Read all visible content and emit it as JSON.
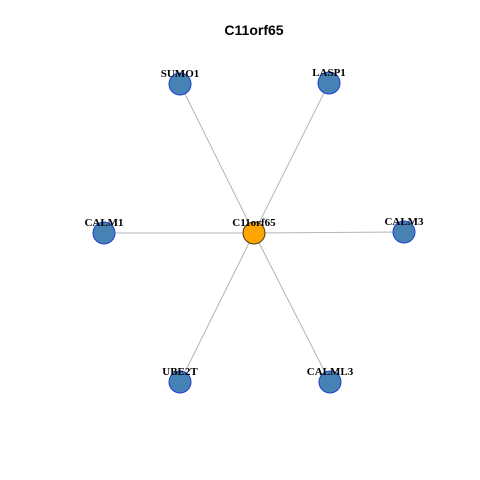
{
  "title": "C11orf65",
  "colors": {
    "center_node": "#ffa500",
    "neighbor_node": "#4682b4",
    "node_border": "#1f3fd0",
    "edge": "#b4b4b4"
  },
  "network": {
    "center": {
      "label": "C11orf65"
    },
    "neighbors": [
      {
        "label": "SUMO1"
      },
      {
        "label": "LASP1"
      },
      {
        "label": "CALM1"
      },
      {
        "label": "CALM3"
      },
      {
        "label": "UBE2T"
      },
      {
        "label": "CALML3"
      }
    ]
  }
}
